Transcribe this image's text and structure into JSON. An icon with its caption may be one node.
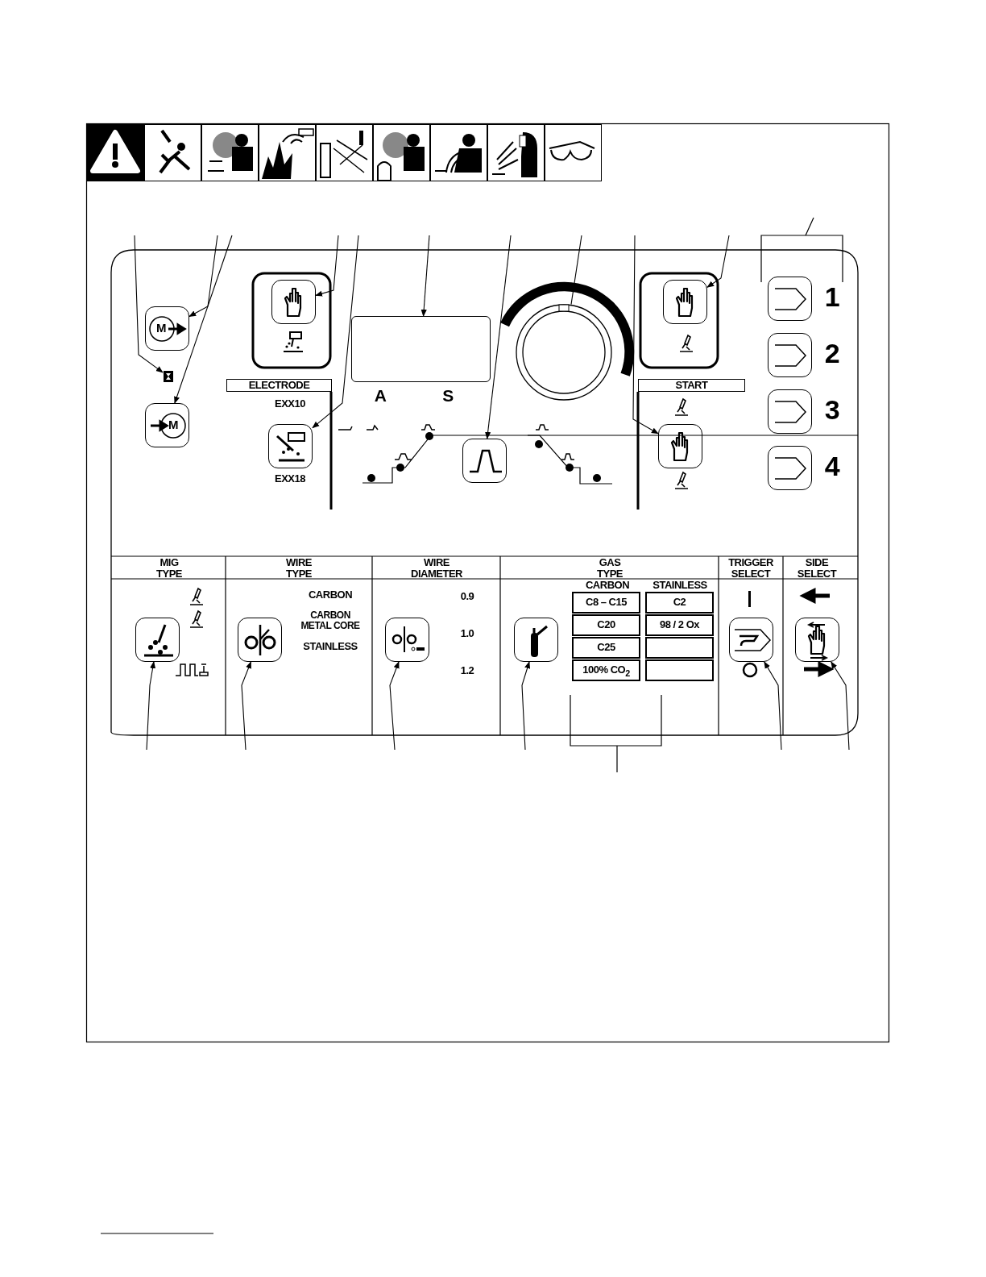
{
  "diagram": {
    "nodes": [
      {
        "text": [],
        "shape": "hourglass"
      },
      {
        "text": [
          "M"
        ]
      },
      {
        "text": [
          "M"
        ]
      },
      {
        "text": [],
        "shape": "button"
      },
      {
        "text": [],
        "shape": "button"
      },
      {
        "text": [],
        "shape": "box"
      },
      {
        "text": [],
        "shape": "button"
      },
      {
        "text": [],
        "shape": "circle"
      },
      {
        "text": [],
        "shape": "button"
      },
      {
        "text": [],
        "shape": "button"
      },
      {
        "text": [],
        "shape": "button",
        "beside": [
          "1"
        ]
      },
      {
        "text": [],
        "shape": "button",
        "beside": [
          "2"
        ]
      },
      {
        "text": [],
        "shape": "button",
        "beside": [
          "3"
        ]
      },
      {
        "text": [],
        "shape": "button",
        "beside": [
          "4"
        ]
      },
      {
        "text": [],
        "shape": "button"
      },
      {
        "text": [],
        "shape": "button"
      },
      {
        "text": [],
        "shape": "button"
      },
      {
        "text": [],
        "shape": "button"
      },
      {
        "text": [],
        "shape": "button"
      },
      {
        "text": [],
        "shape": "button"
      }
    ],
    "edges": [
      {
        "from": null,
        "to": 0,
        "arrow": "to"
      },
      {
        "from": null,
        "to": 1,
        "arrow": "to"
      },
      {
        "from": null,
        "to": 2,
        "arrow": "to"
      },
      {
        "from": null,
        "to": 3,
        "arrow": "to"
      },
      {
        "from": null,
        "to": 4,
        "arrow": "to"
      },
      {
        "from": null,
        "to": 5,
        "arrow": "to"
      },
      {
        "from": null,
        "to": 6,
        "arrow": "to"
      },
      {
        "from": null,
        "to": 7,
        "arrow": "none"
      },
      {
        "from": null,
        "to": 8,
        "arrow": "to"
      },
      {
        "from": null,
        "to": 9,
        "arrow": "to"
      },
      {
        "from": null,
        "to": 14,
        "arrow": "to"
      },
      {
        "from": null,
        "to": 15,
        "arrow": "to"
      },
      {
        "from": null,
        "to": 16,
        "arrow": "to"
      },
      {
        "from": null,
        "to": 17,
        "arrow": "to"
      },
      {
        "from": null,
        "to": 18,
        "arrow": "to"
      },
      {
        "from": null,
        "to": 19,
        "arrow": "to"
      }
    ],
    "labels": [
      "ELECTRODE",
      "EXX10",
      "EXX18",
      "A",
      "S",
      "START",
      "MIG TYPE",
      "WIRE TYPE",
      "WIRE DIAMETER",
      "GAS TYPE",
      "TRIGGER SELECT",
      "SIDE SELECT",
      "CARBON",
      "CARBON METAL CORE",
      "STAINLESS",
      "0.9",
      "1.0",
      "1.2",
      "CARBON",
      "STAINLESS",
      "C8 – C15",
      "C2",
      "C20",
      "98 / 2 Ox",
      "C25",
      "100% CO$_{2}$"
    ]
  }
}
